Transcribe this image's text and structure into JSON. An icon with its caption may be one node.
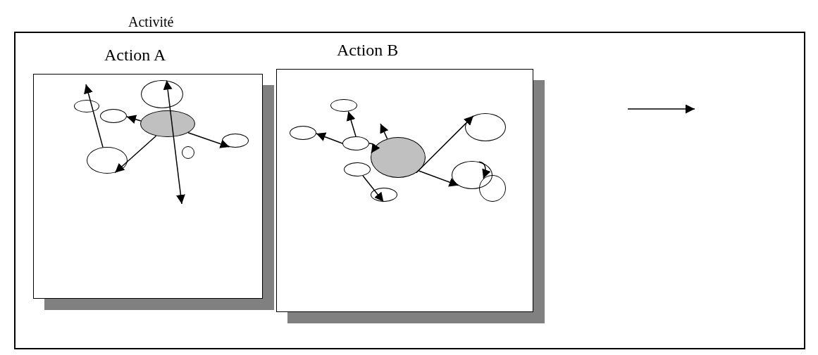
{
  "diagram": {
    "nodes": [
      {
        "text": [
          "Activité"
        ]
      },
      {
        "text": [
          "Action A"
        ],
        "in": 0
      },
      {
        "text": [],
        "shape": "ellipse",
        "in": 1
      },
      {
        "text": [],
        "shape": "ellipse",
        "in": 1
      },
      {
        "text": [],
        "shape": "ellipse",
        "in": 1
      },
      {
        "text": [],
        "shape": "ellipse",
        "in": 1
      },
      {
        "text": [],
        "shape": "ellipse",
        "in": 1
      },
      {
        "text": [],
        "shape": "circle",
        "in": 1
      },
      {
        "text": [],
        "shape": "ellipse",
        "in": 1
      },
      {
        "text": [
          "Action B"
        ],
        "in": 0
      },
      {
        "text": [],
        "shape": "ellipse",
        "in": 9
      },
      {
        "text": [],
        "shape": "ellipse",
        "in": 9
      },
      {
        "text": [],
        "shape": "ellipse",
        "in": 9
      },
      {
        "text": [],
        "shape": "ellipse",
        "in": 9
      },
      {
        "text": [],
        "shape": "ellipse",
        "in": 9
      },
      {
        "text": [],
        "shape": "ellipse",
        "in": 9
      },
      {
        "text": [],
        "shape": "ellipse",
        "in": 9
      },
      {
        "text": [],
        "shape": "ellipse",
        "in": 9
      },
      {
        "text": [],
        "shape": "circle",
        "in": 9
      }
    ],
    "edges": [
      {
        "from": 6,
        "to": null,
        "arrow": "to"
      },
      {
        "from": 5,
        "to": 3,
        "arrow": "to"
      },
      {
        "from": 5,
        "to": 6,
        "arrow": "to"
      },
      {
        "from": 4,
        "to": null,
        "arrow": "both"
      },
      {
        "from": 5,
        "to": 8,
        "arrow": "to"
      },
      {
        "from": 12,
        "to": 11,
        "arrow": "to"
      },
      {
        "from": 12,
        "to": 10,
        "arrow": "to"
      },
      {
        "from": 13,
        "to": null,
        "arrow": "to"
      },
      {
        "from": 12,
        "to": 13,
        "arrow": "to"
      },
      {
        "from": 14,
        "to": 15,
        "arrow": "to"
      },
      {
        "from": 13,
        "to": 17,
        "arrow": "to"
      },
      {
        "from": 13,
        "to": 16,
        "arrow": "to"
      },
      {
        "from": 17,
        "to": 18,
        "arrow": "to"
      }
    ]
  }
}
